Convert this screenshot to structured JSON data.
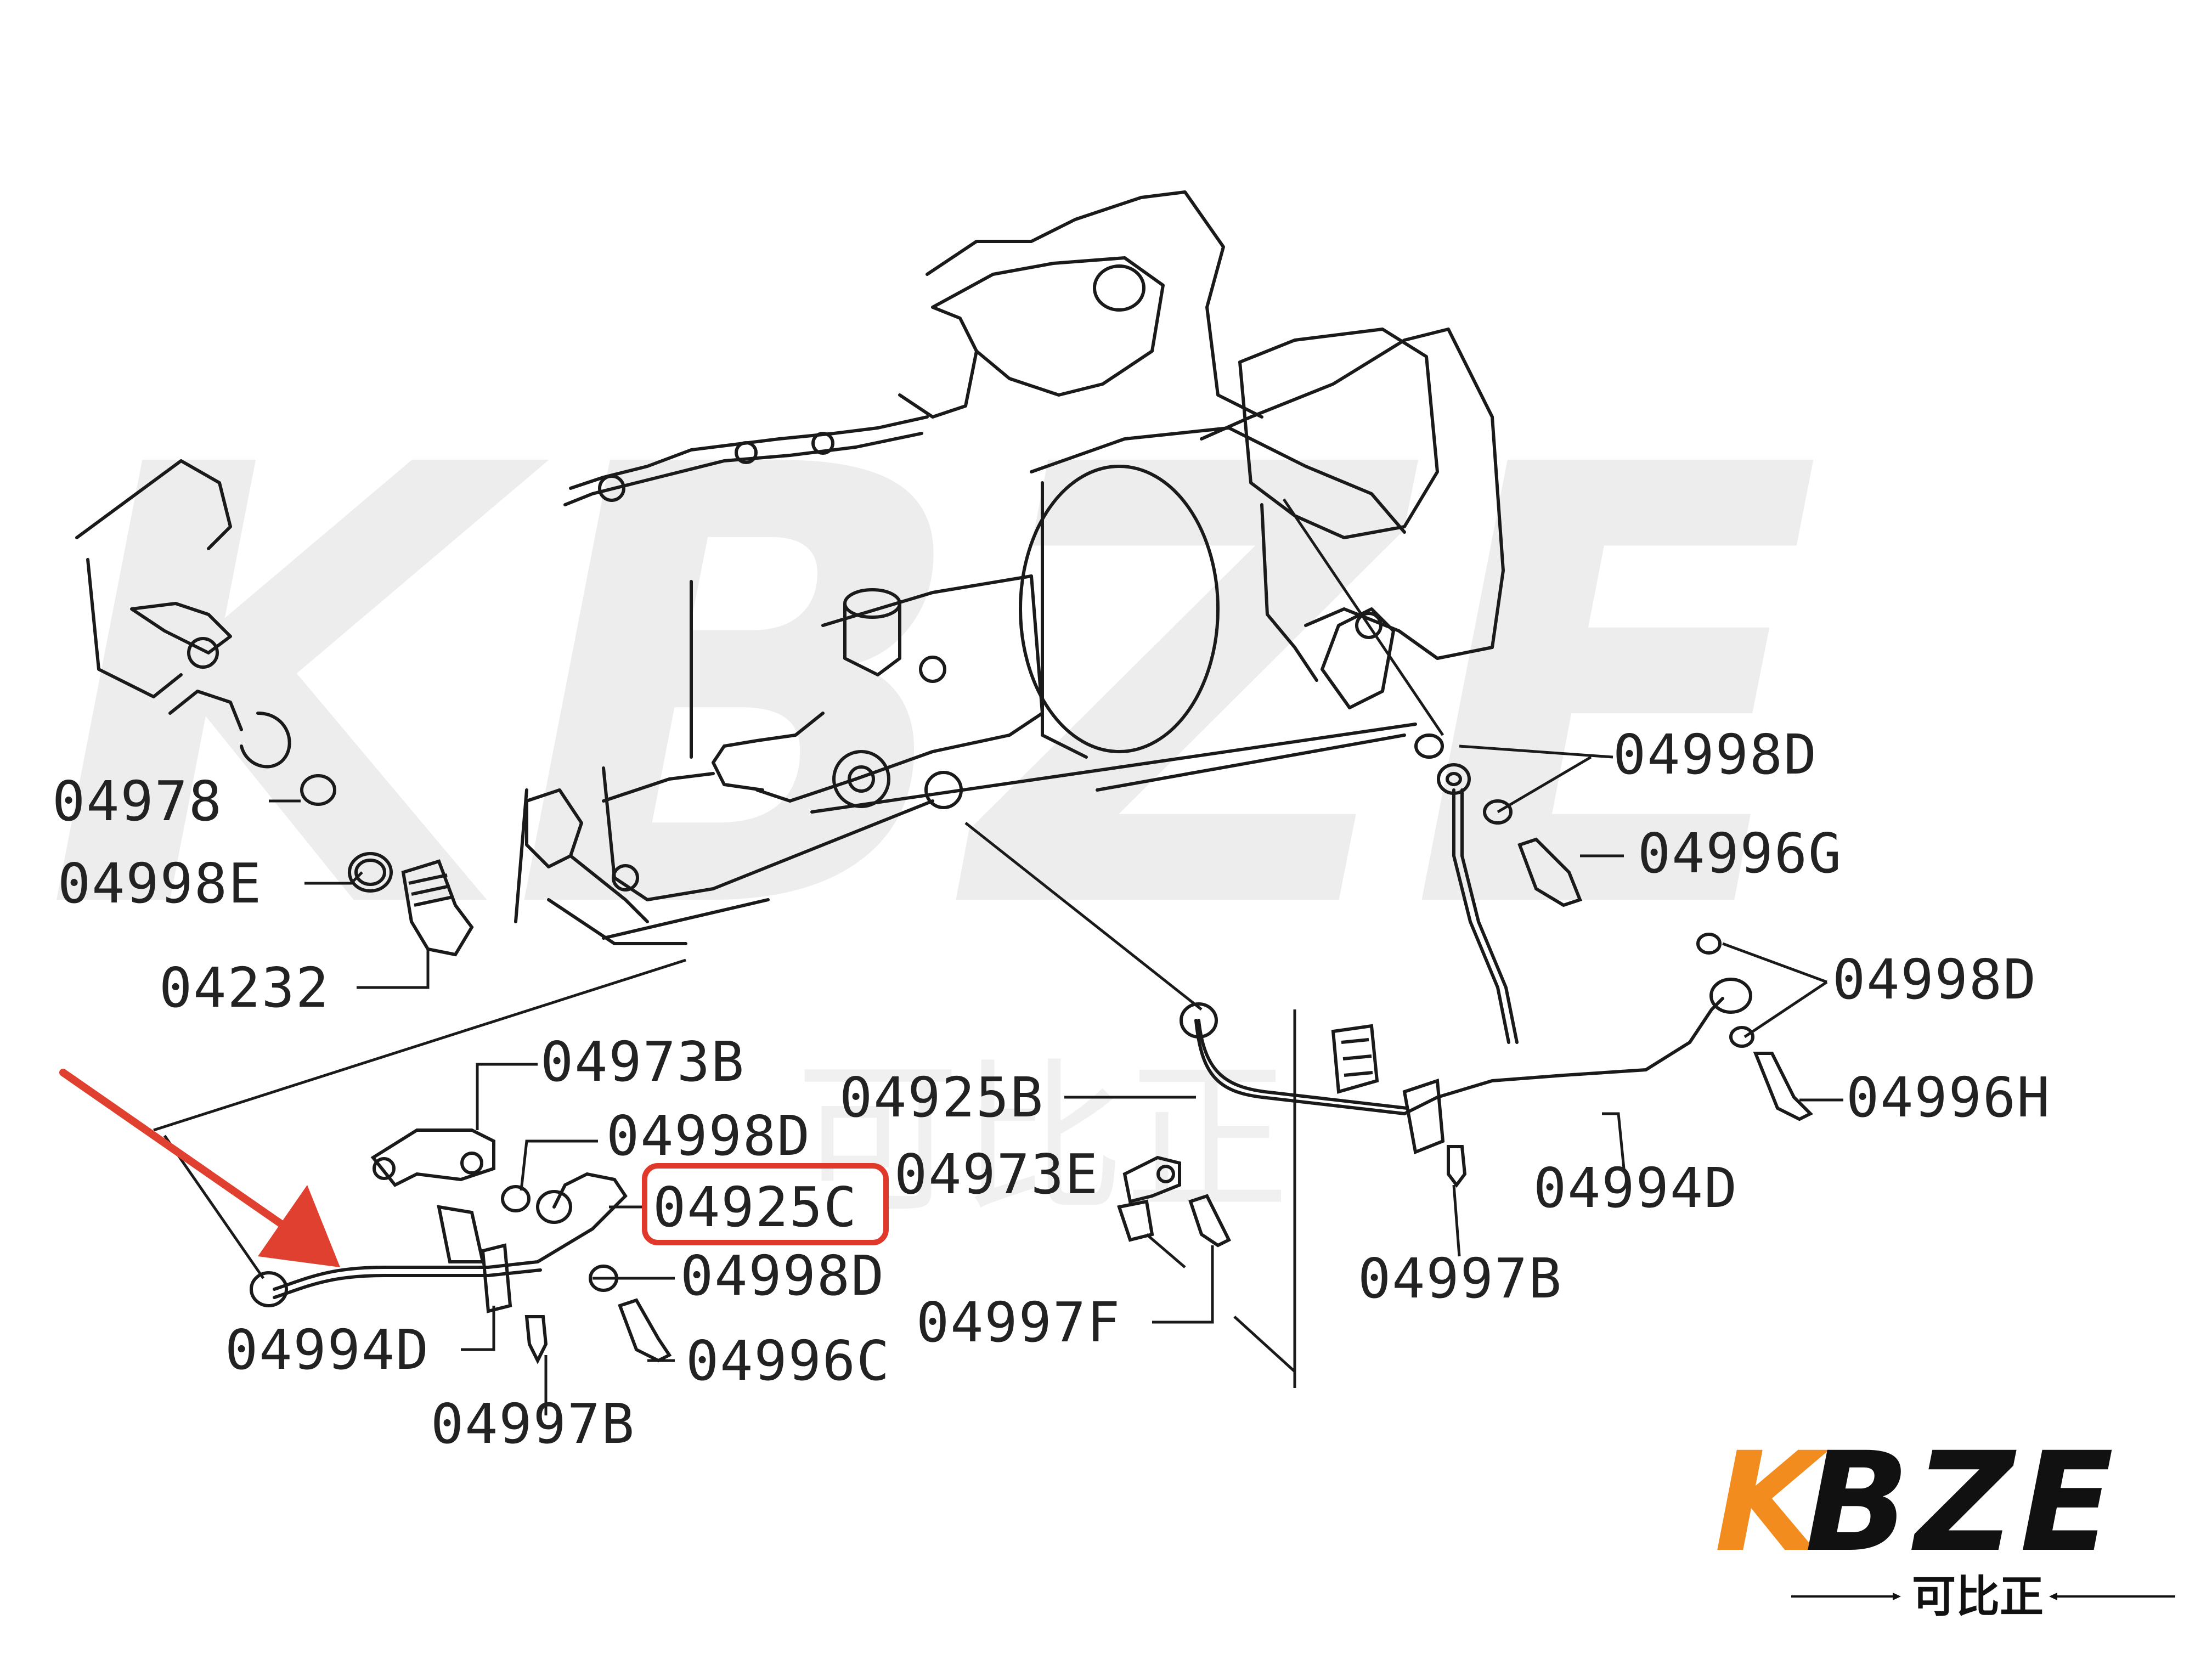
{
  "diagram": {
    "part_labels": {
      "l04978": "04978",
      "l04998e": "04998E",
      "l04232": "04232",
      "l04998d_a": "04998D",
      "l04996g": "04996G",
      "l04998d_b": "04998D",
      "l04996h": "04996H",
      "l04973b": "04973B",
      "l04998d_c": "04998D",
      "l04925b": "04925B",
      "l04925c": "04925C",
      "l04973e": "04973E",
      "l04994d_r": "04994D",
      "l04998d_d": "04998D",
      "l04997b_r": "04997B",
      "l04997f": "04997F",
      "l04994d_l": "04994D",
      "l04996c": "04996C",
      "l04997b_l": "04997B"
    },
    "highlighted_part": "04925C",
    "highlight_color": "#e0382b",
    "arrow_color": "#e0402f"
  },
  "watermark": {
    "text": "KBZE",
    "subtext": "可比正",
    "color": "#e6e6e6"
  },
  "logo": {
    "text_k": "K",
    "text_rest": "BZE",
    "subtext": "可比正",
    "accent_color": "#f28c1e",
    "main_color": "#111111"
  }
}
